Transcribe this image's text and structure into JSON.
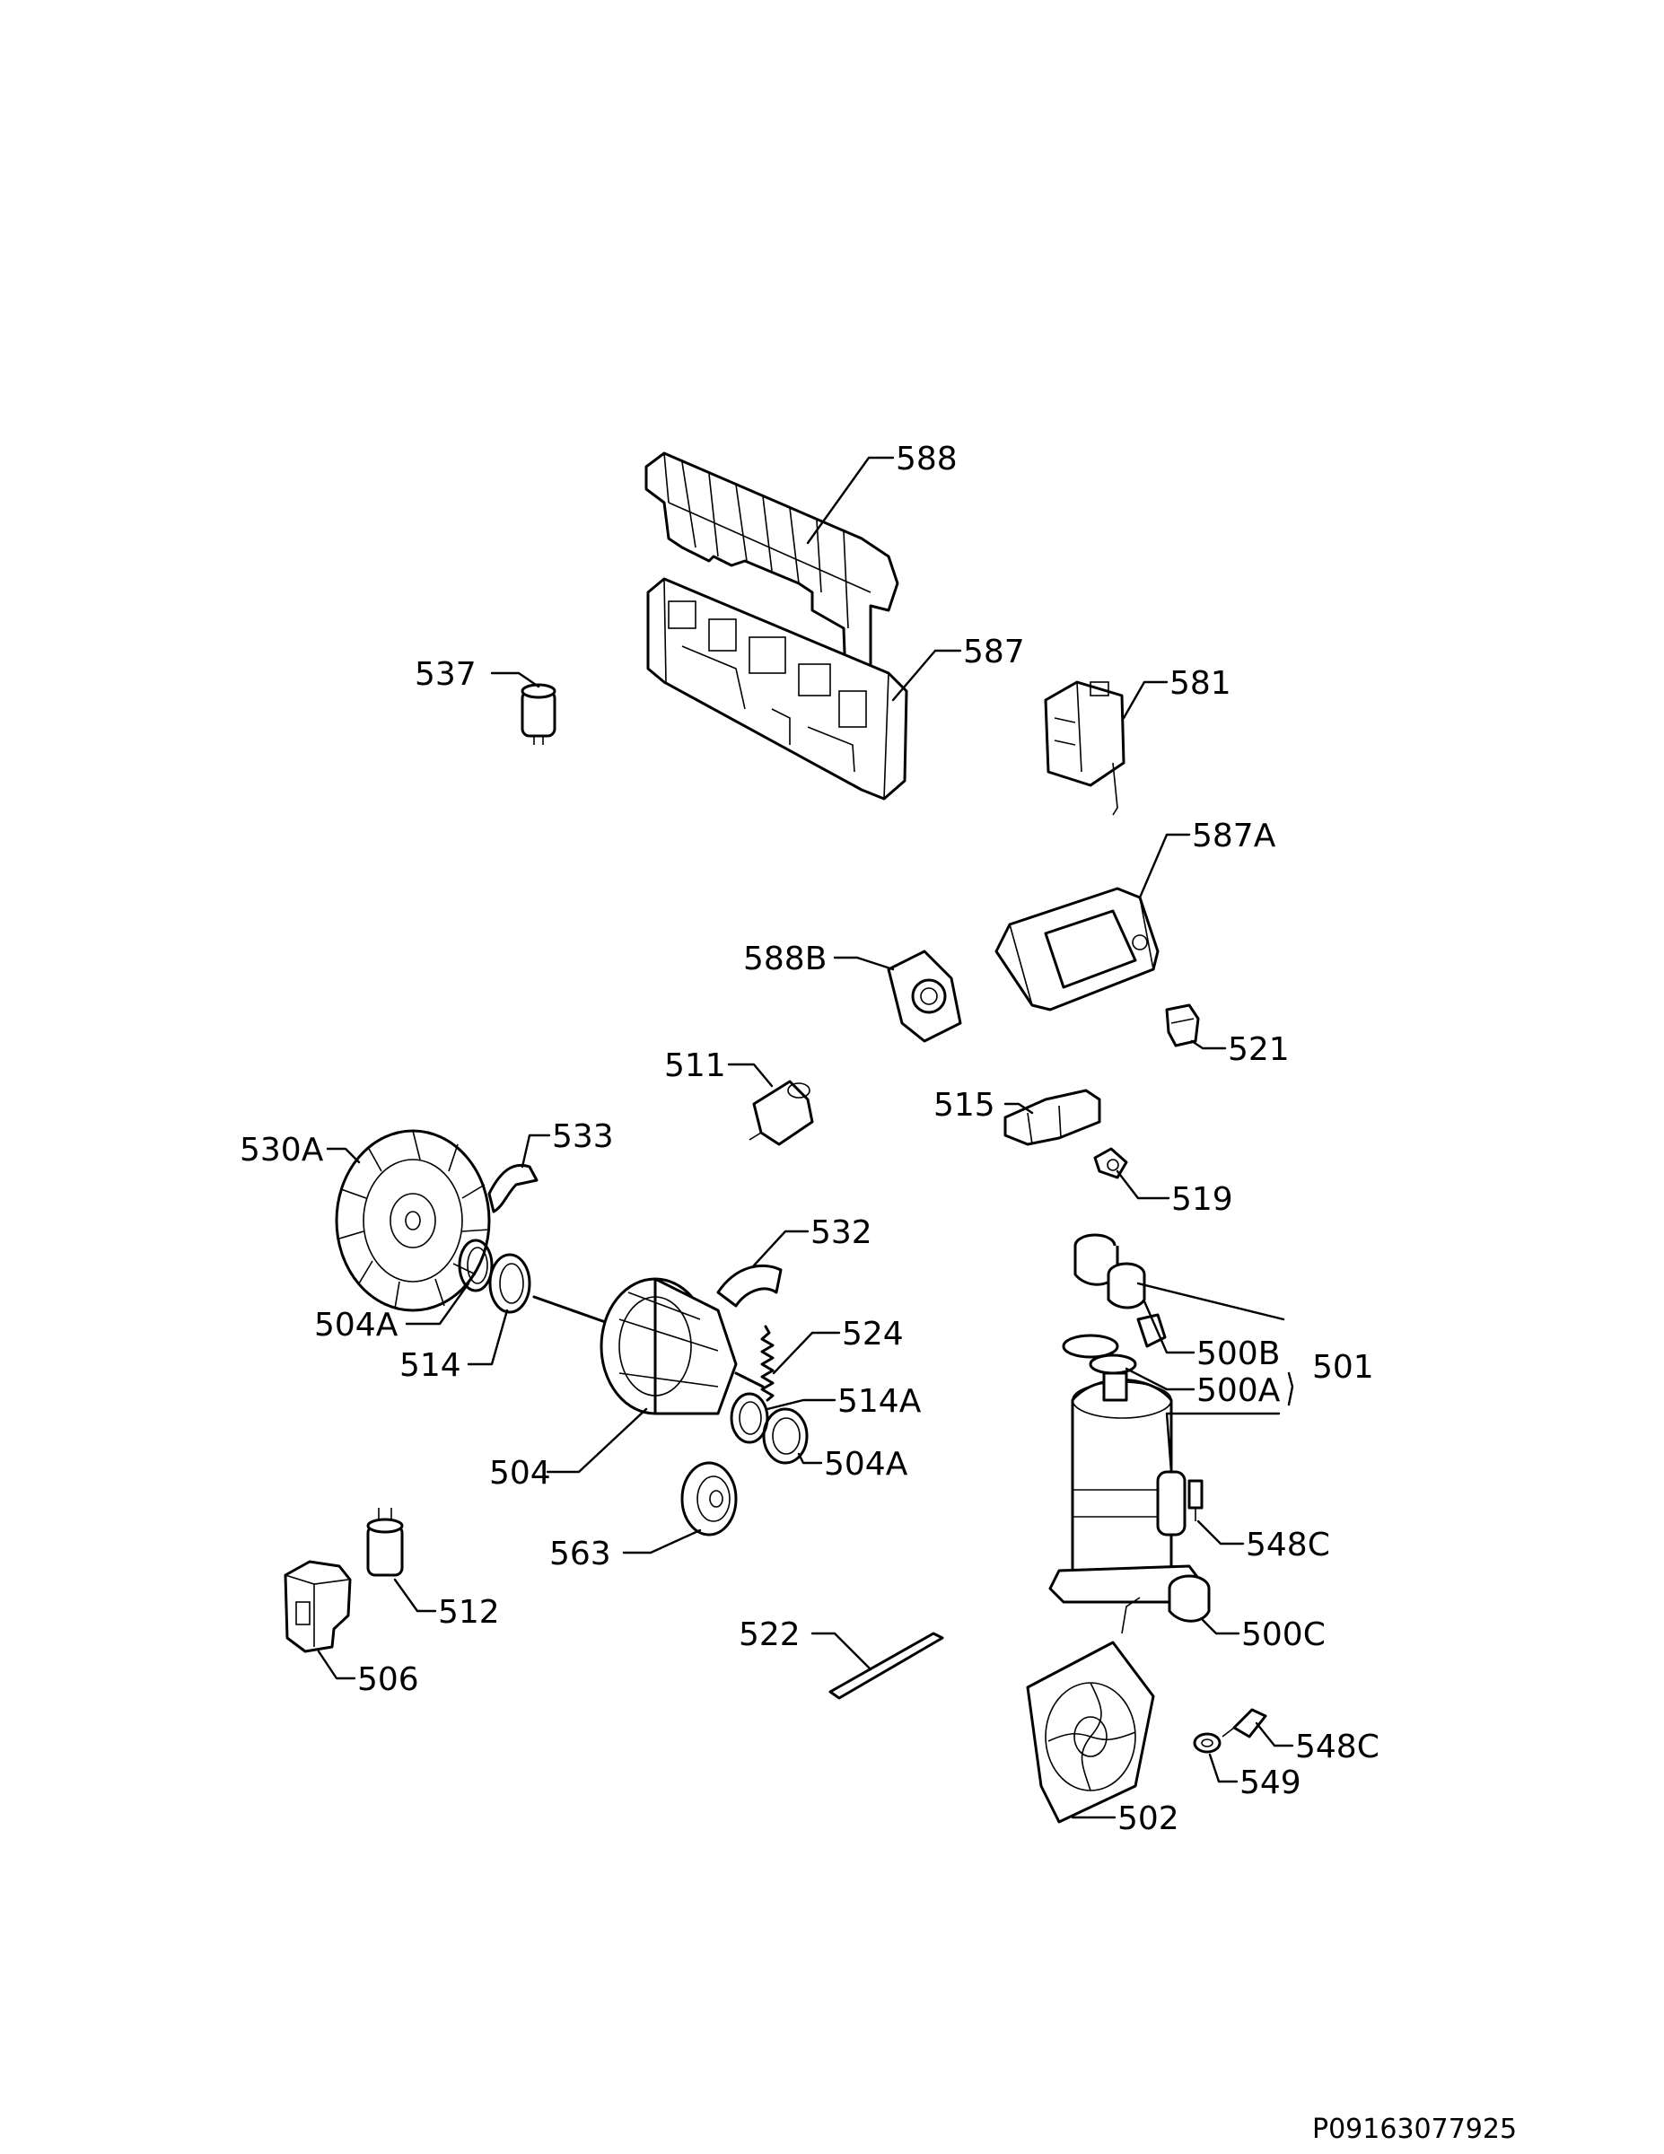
{
  "document_code": "P09163077925",
  "parts": [
    {
      "id": "p588",
      "label": "588"
    },
    {
      "id": "p587",
      "label": "587"
    },
    {
      "id": "p537",
      "label": "537"
    },
    {
      "id": "p581",
      "label": "581"
    },
    {
      "id": "p587a",
      "label": "587A"
    },
    {
      "id": "p588b",
      "label": "588B"
    },
    {
      "id": "p521",
      "label": "521"
    },
    {
      "id": "p511",
      "label": "511"
    },
    {
      "id": "p515",
      "label": "515"
    },
    {
      "id": "p530a",
      "label": "530A"
    },
    {
      "id": "p533",
      "label": "533"
    },
    {
      "id": "p519",
      "label": "519"
    },
    {
      "id": "p532",
      "label": "532"
    },
    {
      "id": "p504a_1",
      "label": "504A"
    },
    {
      "id": "p514",
      "label": "514"
    },
    {
      "id": "p524",
      "label": "524"
    },
    {
      "id": "p500b",
      "label": "500B"
    },
    {
      "id": "p501",
      "label": "501"
    },
    {
      "id": "p500a",
      "label": "500A"
    },
    {
      "id": "p514a",
      "label": "514A"
    },
    {
      "id": "p504",
      "label": "504"
    },
    {
      "id": "p504a_2",
      "label": "504A"
    },
    {
      "id": "p563",
      "label": "563"
    },
    {
      "id": "p548c_1",
      "label": "548C"
    },
    {
      "id": "p512",
      "label": "512"
    },
    {
      "id": "p522",
      "label": "522"
    },
    {
      "id": "p500c",
      "label": "500C"
    },
    {
      "id": "p506",
      "label": "506"
    },
    {
      "id": "p548c_2",
      "label": "548C"
    },
    {
      "id": "p549",
      "label": "549"
    },
    {
      "id": "p502",
      "label": "502"
    }
  ]
}
